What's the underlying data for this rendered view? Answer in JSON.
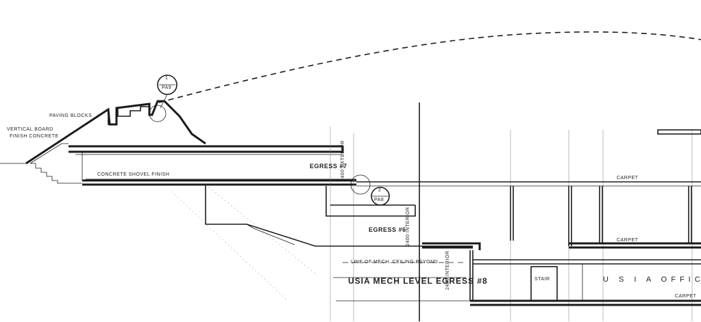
{
  "labels": {
    "vertical_board_1": "VERTICAL BOARD",
    "vertical_board_2": "FINISH CONCRETE",
    "paving_blocks": "PAVING BLOCKS",
    "concrete_shovel_finish": "CONCRETE SHOVEL FINISH",
    "egress_7": "EGRESS #7",
    "dim_2400_exterior": "2400 EXTERIOR",
    "egress_6": "EGRESS #6",
    "dim_2400_interior": "2400 INTERIOR",
    "line_of_mech_ceiling": "LINE OF MECH. CEILING BEYOND",
    "usia_mech_level_egress": "USIA MECH LEVEL EGRESS #8",
    "dim_2400_interior_b": "2400 INTERIOR",
    "stair": "STAIR",
    "usia_offices": "U S I A  OFFICES",
    "carpet_1": "CARPET",
    "carpet_2": "CARPET",
    "carpet_3": "CARPET"
  },
  "callouts": {
    "upper": {
      "number": "1",
      "sheet": "PA9"
    },
    "lower": {
      "number": "2",
      "sheet": "PA8"
    }
  }
}
